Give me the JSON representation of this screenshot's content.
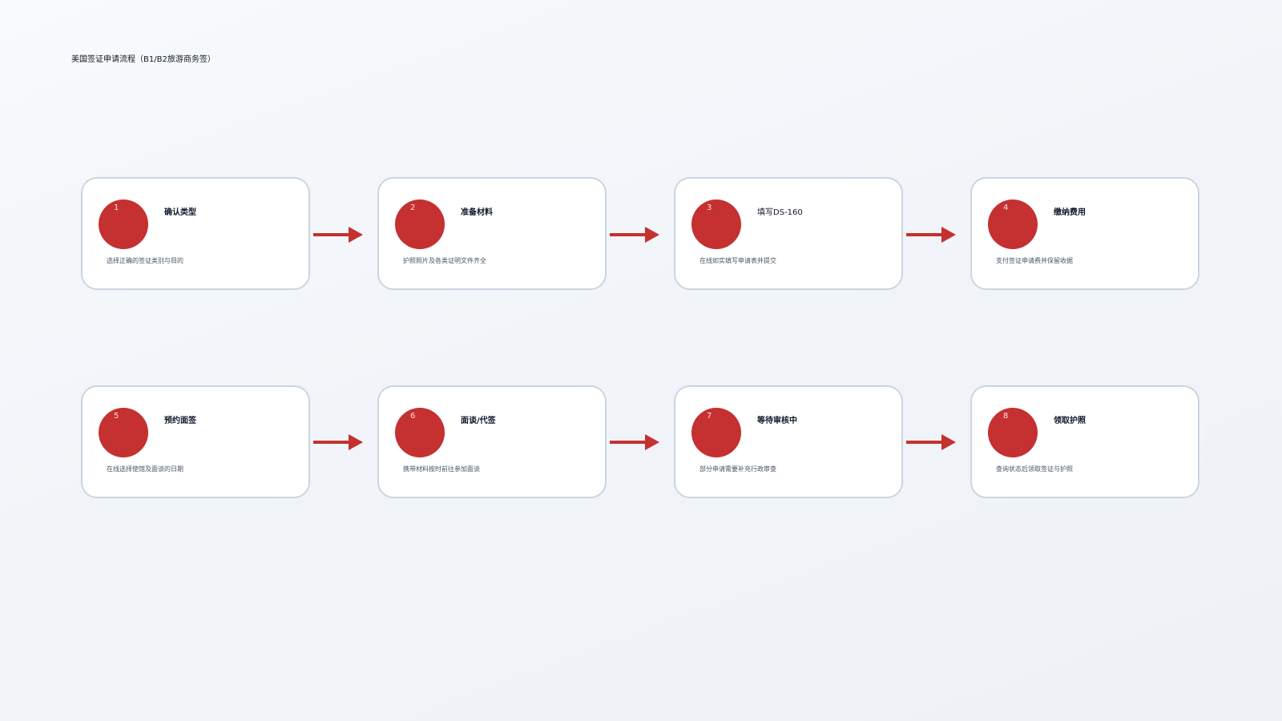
{
  "title": "美国签证申请流程（B1/B2旅游商务签）",
  "steps": [
    {
      "number": "1",
      "title": "确认类型",
      "desc": "选择正确的签证类别与目的"
    },
    {
      "number": "2",
      "title": "准备材料",
      "desc": "护照照片及各类证明文件齐全"
    },
    {
      "number": "3",
      "title": "填写DS-160",
      "desc": "在线如实填写申请表并提交"
    },
    {
      "number": "4",
      "title": "缴纳费用",
      "desc": "支付签证申请费并保留收据"
    },
    {
      "number": "5",
      "title": "预约面签",
      "desc": "在线选择使馆及面谈的日期"
    },
    {
      "number": "6",
      "title": "面谈/代签",
      "desc": "携带材料按时前往参加面谈"
    },
    {
      "number": "7",
      "title": "等待审核中",
      "desc": "部分申请需要补充行政审查"
    },
    {
      "number": "8",
      "title": "领取护照",
      "desc": "查询状态后领取签证与护照"
    }
  ],
  "colors": {
    "accent": "#c53030",
    "card_border": "#cbd5e1",
    "text": "#0f172a"
  },
  "icons": {
    "connector": "arrow-right-icon"
  }
}
